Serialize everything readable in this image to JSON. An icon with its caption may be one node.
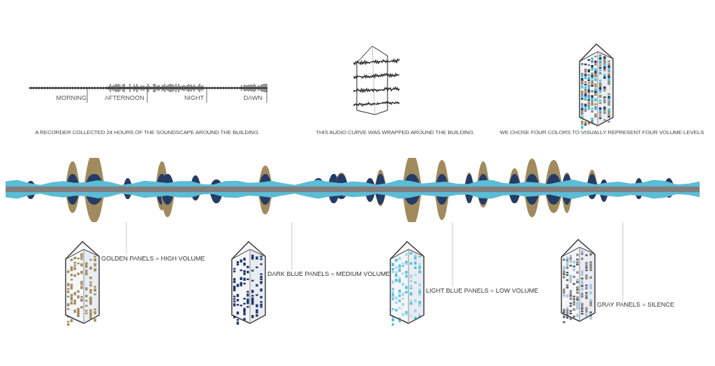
{
  "diagram": {
    "nodes": [
      {
        "text": [],
        "shape": "picture"
      },
      {
        "text": [
          "GOLDEN PANELS = HIGH VOLUME"
        ]
      },
      {
        "text": [
          "DARK BLUE PANELS = MEDIUM VOLUME"
        ]
      },
      {
        "text": [
          "LIGHT BLUE PANELS = LOW VOLUME"
        ]
      },
      {
        "text": [
          "GRAY PANELS = SILENCE"
        ]
      }
    ],
    "edges": [
      {
        "from": 1,
        "to": 0,
        "arrow": "none"
      },
      {
        "from": 2,
        "to": 0,
        "arrow": "none"
      },
      {
        "from": 3,
        "to": 0,
        "arrow": "none"
      },
      {
        "from": 4,
        "to": 0,
        "arrow": "none"
      }
    ],
    "labels": [
      "MORNING",
      "AFTERNOON",
      "NIGHT",
      "DAWN",
      "A RECORDER COLLECTED 24 HOURS OF THE SOUNDSCAPE AROUND THE BUILDING",
      "THIS AUDIO CURVE WAS WRAPPED AROUND THE BUILDING",
      "WE CHOSE FOUR COLORS TO VISUALLY REPRESENT FOUR VOLUME LEVELS"
    ]
  }
}
